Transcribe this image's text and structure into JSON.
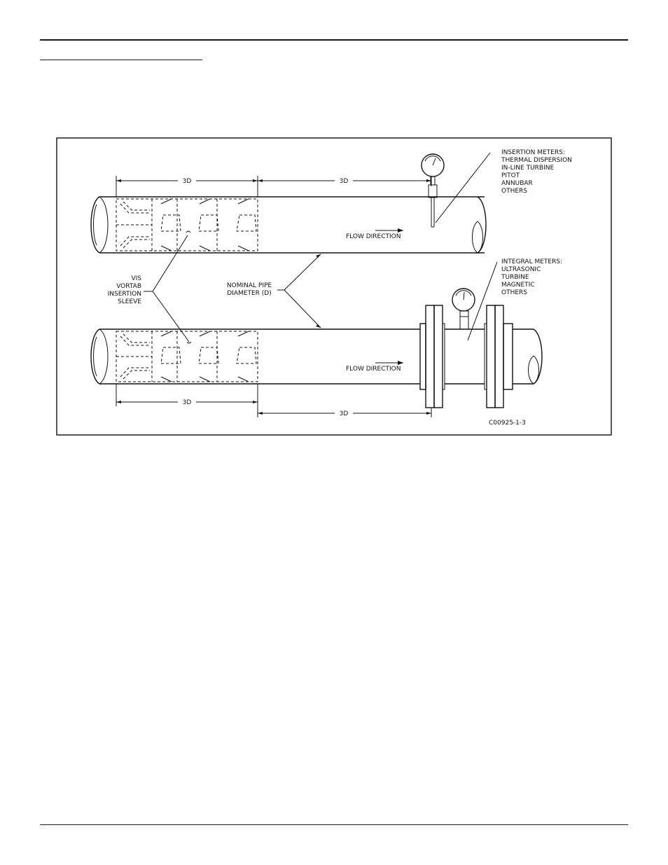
{
  "figure": {
    "dim_labels": {
      "top_left": "3D",
      "top_right": "3D",
      "bottom_left": "3D",
      "bottom_right": "3D"
    },
    "flow_top": "FLOW DIRECTION",
    "flow_bottom": "FLOW DIRECTION",
    "insertion_meters": [
      "INSERTION METERS:",
      "THERMAL DISPERSION",
      "IN-LINE TURBINE",
      "PITOT",
      "ANNUBAR",
      "OTHERS"
    ],
    "integral_meters": [
      "INTEGRAL METERS:",
      "ULTRASONIC",
      "TURBINE",
      "MAGNETIC",
      "OTHERS"
    ],
    "sleeve_label": [
      "VIS",
      "VORTAB",
      "INSERTION",
      "SLEEVE"
    ],
    "nominal_label": [
      "NOMINAL PIPE",
      "DIAMETER (D)"
    ],
    "figure_code": "C00925-1-3"
  }
}
